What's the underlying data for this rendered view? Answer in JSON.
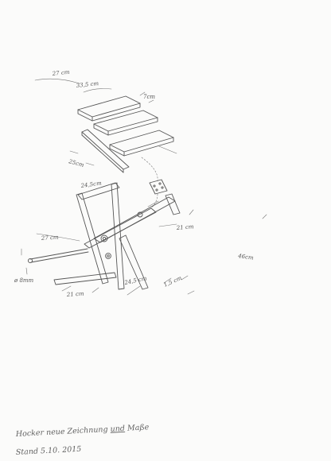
{
  "labels": {
    "top_width": "27 cm",
    "board_width": "33,5 cm",
    "board_depth": "7cm",
    "board_length": "25cm",
    "frame_top": "24,5cm",
    "frame_height": "21 cm",
    "leg_length": "27 cm",
    "pin_diameter": "ø 8mm",
    "base_left": "21 cm",
    "base_right": "24,5 cm",
    "base_small": "1,5 cm",
    "total_height": "46cm"
  },
  "note": {
    "title_part1": "Hocker neue Zeichnung",
    "title_und": "und",
    "title_part2": "Maße",
    "date": "Stand 5.10. 2015"
  },
  "colors": {
    "ink": "#555555",
    "paper": "#fbfbfa"
  }
}
